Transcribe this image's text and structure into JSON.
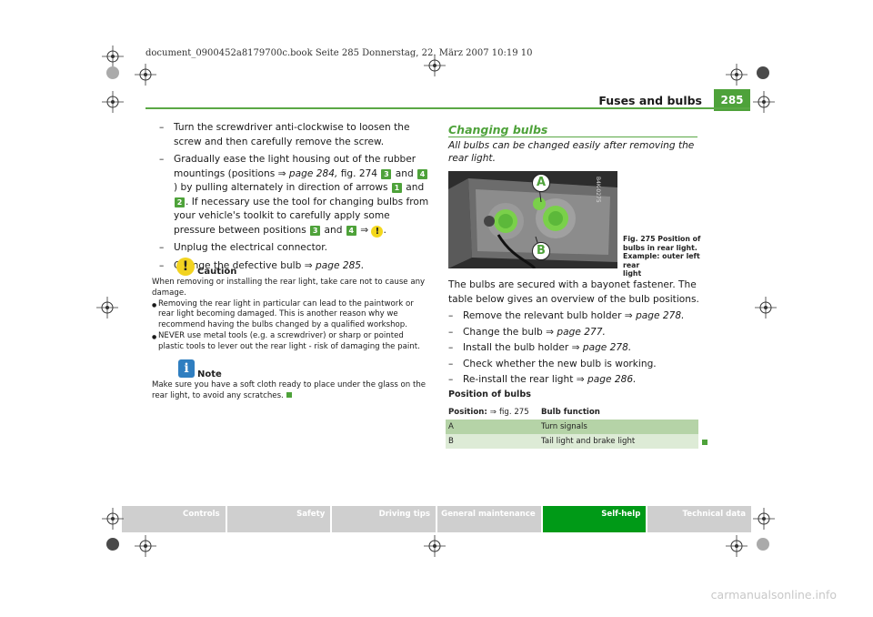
{
  "printer_line": "document_0900452a8179700c.book  Seite 285  Donnerstag, 22. März 2007  10:19 10",
  "header": {
    "title": "Fuses and bulbs",
    "page_number": "285"
  },
  "left_column": {
    "steps": [
      {
        "text": "Turn the screwdriver anti-clockwise to loosen the screw and then carefully remove the screw."
      },
      {
        "text_a": "Gradually ease the light housing out of the rubber mountings (positions ",
        "ref1": "page 284,",
        "text_b": " fig. 274 ",
        "b1": "3",
        "and1": " and ",
        "b2": "4",
        "text_c": ") by pulling alternately in direction of arrows ",
        "b3": "1",
        "and2": " and ",
        "b4": "2",
        "text_d": ". If necessary use the tool for changing bulbs from your vehicle's toolkit to carefully apply some pressure between positions ",
        "b5": "3",
        "and3": " and ",
        "b6": "4",
        "arrow": " ⇒ ",
        "end": "."
      },
      {
        "text": "Unplug the electrical connector."
      },
      {
        "text": "Change the defective bulb ",
        "ref": "page 285."
      }
    ],
    "dash": "–",
    "arrow": "⇒",
    "caution": {
      "icon": "!",
      "title": "Caution",
      "para": "When removing or installing the rear light, take care not to cause any damage.",
      "bullets": [
        "Removing the rear light in particular can lead to the paintwork or rear light becoming damaged. This is another reason why we recommend having the bulbs changed by a qualified workshop.",
        "NEVER use metal tools (e.g. a screwdriver) or sharp or pointed plastic tools to lever out the rear light - risk of damaging the paint."
      ]
    },
    "note": {
      "icon": "i",
      "title": "Note",
      "text": "Make sure you have a soft cloth ready to place under the glass on the rear light, to avoid any scratches."
    }
  },
  "right_column": {
    "heading": "Changing bulbs",
    "lead": "All bulbs can be changed easily after removing the rear light.",
    "figure": {
      "label_a": "A",
      "label_b": "B",
      "code": "B4K-0275",
      "caption": [
        "Fig. 275  Position of",
        "bulbs in rear light.",
        "Example: outer left rear",
        "light"
      ]
    },
    "intro": "The bulbs are secured with a bayonet fastener. The table below gives an overview of the bulb positions.",
    "steps": [
      {
        "text": "Remove the relevant bulb holder ",
        "ref": "page 278."
      },
      {
        "text": "Change the bulb ",
        "ref": "page 277."
      },
      {
        "text": "Install the bulb holder ",
        "ref": "page 278."
      },
      {
        "text": "Check whether the new bulb is working."
      },
      {
        "text": "Re-install the rear light ",
        "ref": "page 286."
      }
    ],
    "table_title": "Position of bulbs",
    "table": {
      "head": {
        "position_label": "Position:",
        "position_ref": "fig. 275",
        "function": "Bulb function"
      },
      "rows": [
        {
          "position": "A",
          "function": "Turn signals"
        },
        {
          "position": "B",
          "function": "Tail light and brake light"
        }
      ]
    }
  },
  "footer_tabs": [
    {
      "label": "Controls",
      "active": false
    },
    {
      "label": "Safety",
      "active": false
    },
    {
      "label": "Driving tips",
      "active": false
    },
    {
      "label": "General maintenance",
      "active": false
    },
    {
      "label": "Self-help",
      "active": true
    },
    {
      "label": "Technical data",
      "active": false
    }
  ],
  "watermark": "carmanualsonline.info"
}
